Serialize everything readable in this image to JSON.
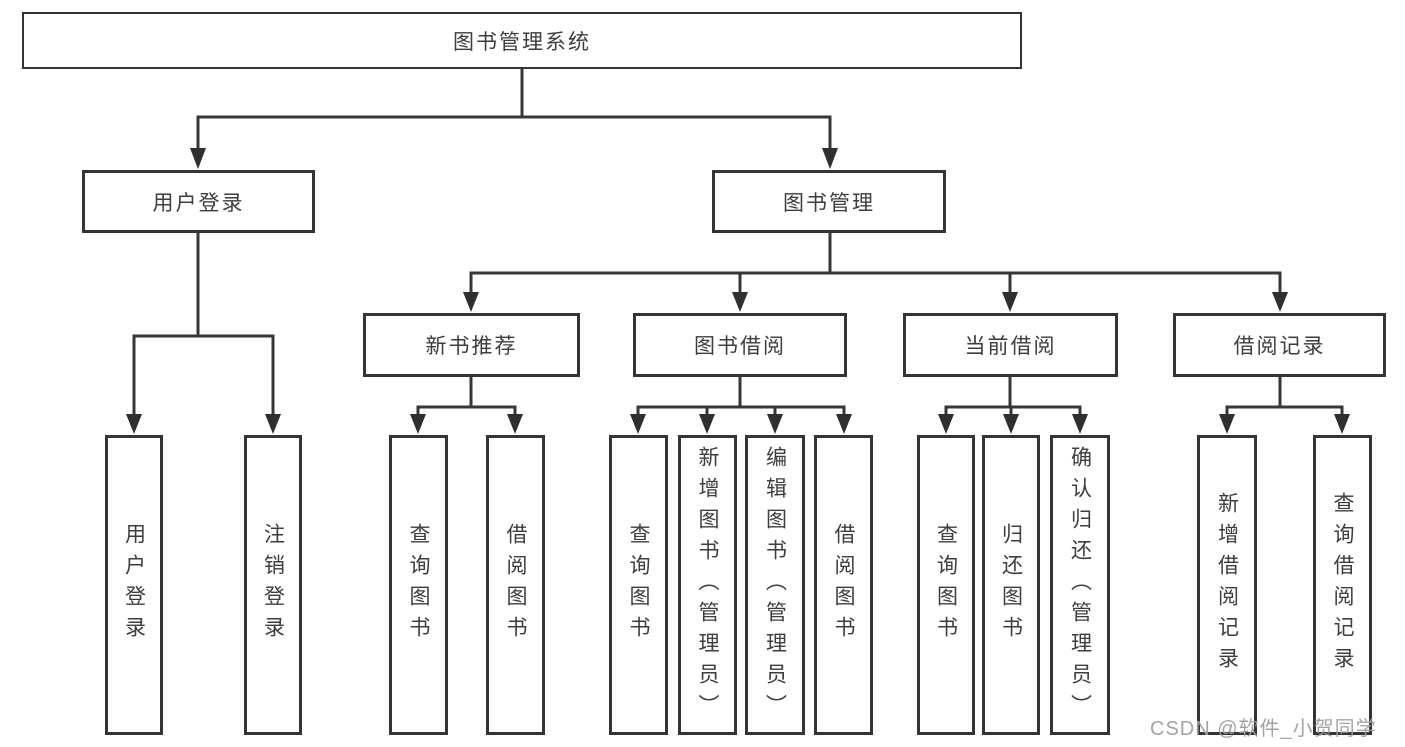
{
  "tree": {
    "label": "图书管理系统",
    "children": [
      {
        "label": "用户登录",
        "children": [
          {
            "label": "用户登录"
          },
          {
            "label": "注销登录"
          }
        ]
      },
      {
        "label": "图书管理",
        "children": [
          {
            "label": "新书推荐",
            "children": [
              {
                "label": "查询图书"
              },
              {
                "label": "借阅图书"
              }
            ]
          },
          {
            "label": "图书借阅",
            "children": [
              {
                "label": "查询图书"
              },
              {
                "label": "新增图书（管理员）"
              },
              {
                "label": "编辑图书（管理员）"
              },
              {
                "label": "借阅图书"
              }
            ]
          },
          {
            "label": "当前借阅",
            "children": [
              {
                "label": "查询图书"
              },
              {
                "label": "归还图书"
              },
              {
                "label": "确认归还（管理员）"
              }
            ]
          },
          {
            "label": "借阅记录",
            "children": [
              {
                "label": "新增借阅记录"
              },
              {
                "label": "查询借阅记录"
              }
            ]
          }
        ]
      }
    ]
  },
  "watermark": "CSDN @软件_小贺同学",
  "colors": {
    "line": "#373737",
    "box_border": "#343434",
    "text": "#3d3d3d",
    "watermark": "#9e9e9e",
    "background": "#ffffff"
  }
}
